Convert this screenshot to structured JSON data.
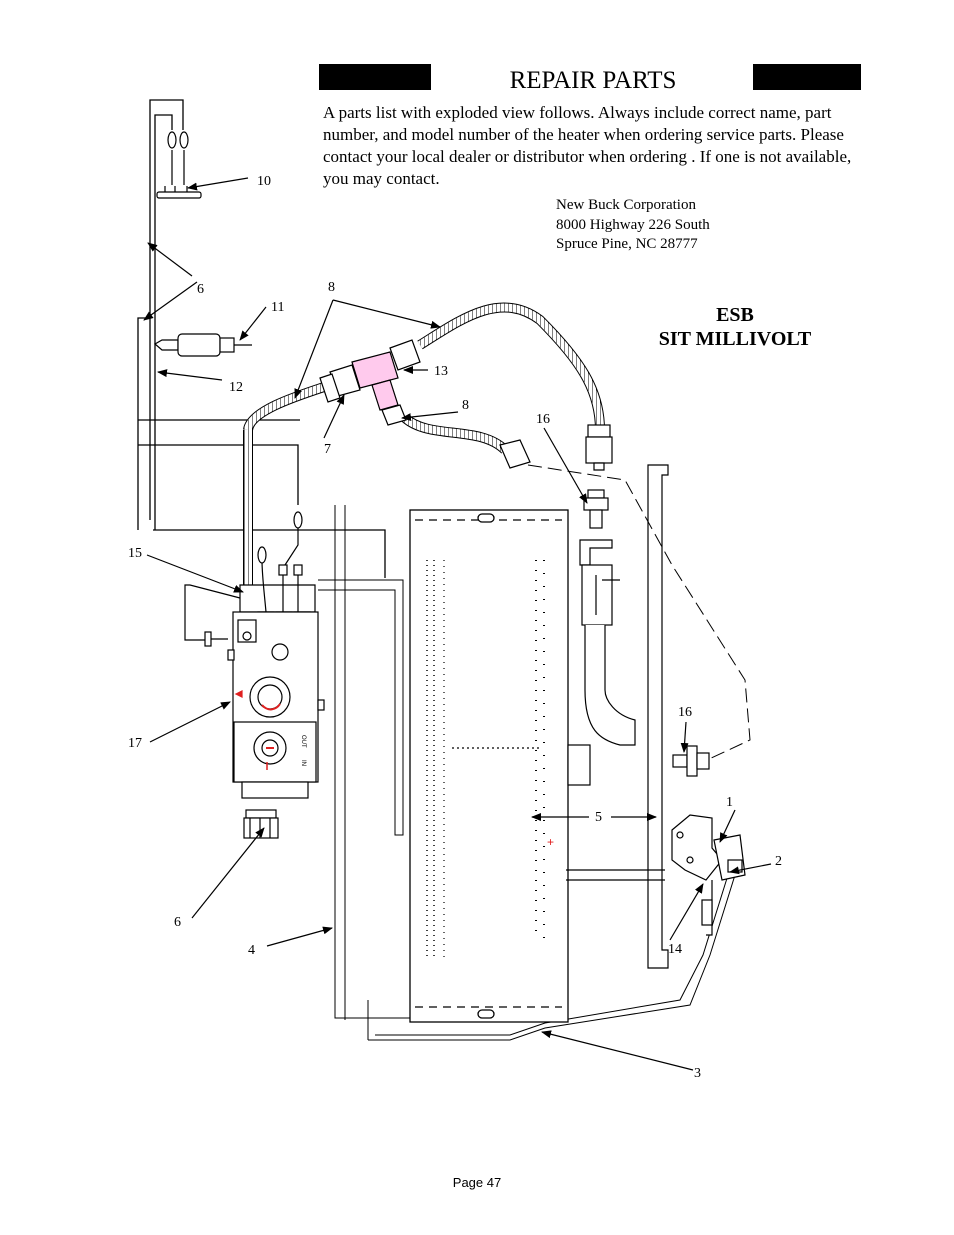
{
  "header": {
    "title": "REPAIR PARTS"
  },
  "intro": {
    "text": "A parts list with exploded view follows. Always include correct name, part number, and model number of the heater when ordering service parts. Please contact your local dealer or distributor when ordering . If one is not available, you may contact."
  },
  "address": {
    "line1": "New Buck Corporation",
    "line2": "8000 Highway 226 South",
    "line3": "Spruce Pine, NC 28777"
  },
  "model": {
    "line1": "ESB",
    "line2": "SIT MILLIVOLT"
  },
  "callouts": {
    "c10": "10",
    "c6a": "6",
    "c11": "11",
    "c12": "12",
    "c8a": "8",
    "c13": "13",
    "c8b": "8",
    "c7": "7",
    "c16a": "16",
    "c15": "15",
    "c17": "17",
    "c16b": "16",
    "c1": "1",
    "c5": "5",
    "c2": "2",
    "c6b": "6",
    "c4": "4",
    "c14": "14",
    "c3": "3"
  },
  "valve": {
    "out_label": "OUT",
    "in_label": "IN"
  },
  "footer": {
    "page_label": "Page 47"
  },
  "colors": {
    "accent_red": "#e02020",
    "tee_fitting": "#ff66cc"
  }
}
